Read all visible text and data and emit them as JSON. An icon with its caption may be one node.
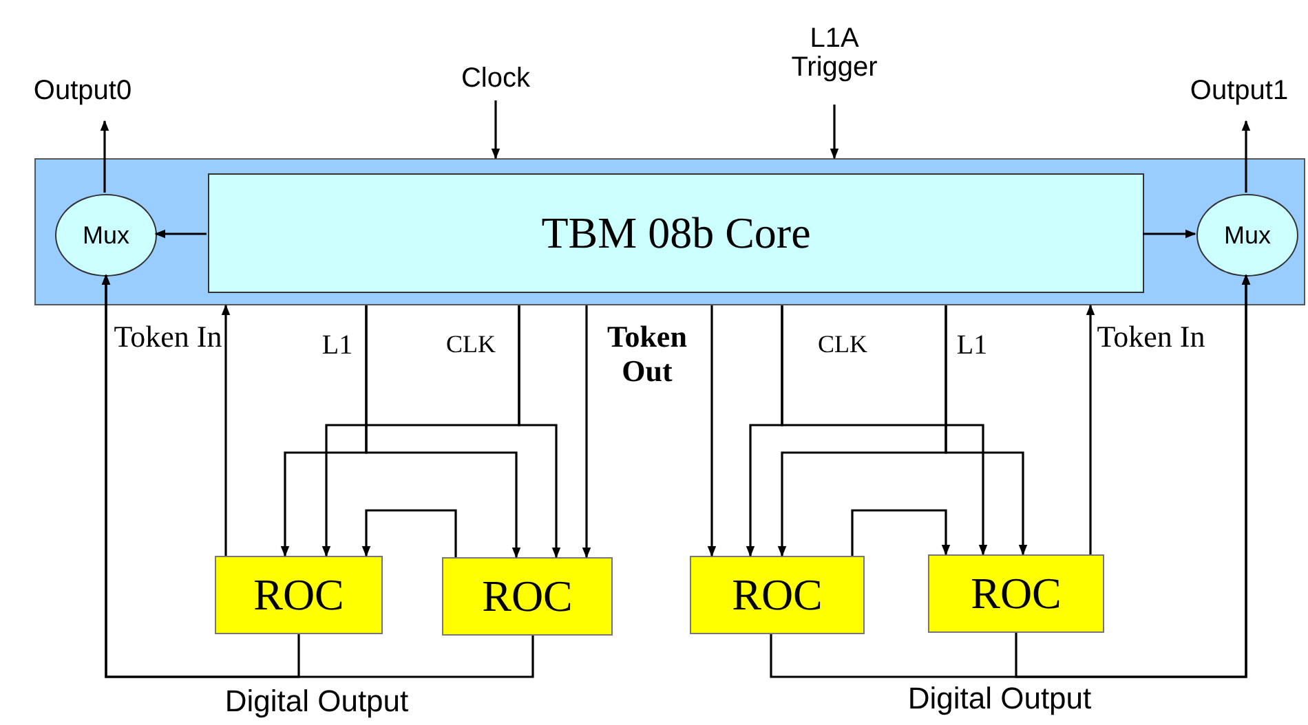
{
  "diagram": {
    "nodes": [
      {
        "text": [],
        "shape": "box"
      },
      {
        "text": [
          "TBM 08b Core"
        ],
        "in": 0
      },
      {
        "text": [
          "Mux"
        ],
        "in": 0
      },
      {
        "text": [
          "Mux"
        ],
        "in": 0
      },
      {
        "text": [
          "Output0"
        ]
      },
      {
        "text": [
          "Clock"
        ]
      },
      {
        "text": [
          "L1A Trigger"
        ]
      },
      {
        "text": [
          "Output1"
        ]
      },
      {
        "text": [
          "ROC"
        ]
      },
      {
        "text": [
          "ROC"
        ]
      },
      {
        "text": [
          "ROC"
        ]
      },
      {
        "text": [
          "ROC"
        ]
      }
    ],
    "edges": [
      {
        "from": 1,
        "to": 2,
        "arrow": "to"
      },
      {
        "from": 1,
        "to": 3,
        "arrow": "to"
      },
      {
        "from": 2,
        "to": 4,
        "arrow": "to"
      },
      {
        "from": 3,
        "to": 7,
        "arrow": "to"
      },
      {
        "from": 5,
        "to": 0,
        "arrow": "to"
      },
      {
        "from": 6,
        "to": 0,
        "arrow": "to"
      },
      {
        "from": 8,
        "to": 0,
        "arrow": "to"
      },
      {
        "from": 0,
        "to": 8,
        "arrow": "to"
      },
      {
        "from": 0,
        "to": 9,
        "arrow": "to"
      },
      {
        "from": 0,
        "to": 8,
        "arrow": "to"
      },
      {
        "from": 0,
        "to": 9,
        "arrow": "to"
      },
      {
        "from": 0,
        "to": 9,
        "arrow": "to"
      },
      {
        "from": 9,
        "to": 8,
        "arrow": "to"
      },
      {
        "from": 8,
        "to": 2,
        "arrow": "to"
      },
      {
        "from": 9,
        "to": 2,
        "arrow": "to"
      },
      {
        "from": 0,
        "to": 10,
        "arrow": "to"
      },
      {
        "from": 0,
        "to": 10,
        "arrow": "to"
      },
      {
        "from": 0,
        "to": 11,
        "arrow": "to"
      },
      {
        "from": 0,
        "to": 10,
        "arrow": "to"
      },
      {
        "from": 0,
        "to": 11,
        "arrow": "to"
      },
      {
        "from": 10,
        "to": 11,
        "arrow": "to"
      },
      {
        "from": 11,
        "to": 0,
        "arrow": "to"
      },
      {
        "from": 10,
        "to": 3,
        "arrow": "to"
      },
      {
        "from": 11,
        "to": 3,
        "arrow": "to"
      }
    ],
    "labels": [
      "Token In",
      "L1",
      "CLK",
      "Token Out",
      "CLK",
      "L1",
      "Token In",
      "Digital Output",
      "Digital Output"
    ]
  }
}
